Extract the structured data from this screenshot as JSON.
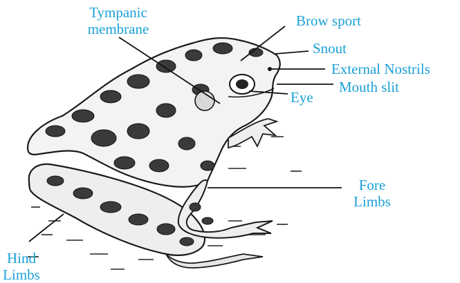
{
  "diagram": {
    "label_color": "#1ba0d8",
    "labels": {
      "tympanic_line1": "Tympanic",
      "tympanic_line2": "membrane",
      "brow_spot": "Brow sport",
      "snout": "Snout",
      "external_nostrils": "External Nostrils",
      "mouth_slit": "Mouth  slit",
      "eye": "Eye",
      "fore_limbs_line1": "Fore",
      "fore_limbs_line2": "Limbs",
      "hind_limbs_line1": "Hind",
      "hind_limbs_line2": "Limbs"
    }
  }
}
